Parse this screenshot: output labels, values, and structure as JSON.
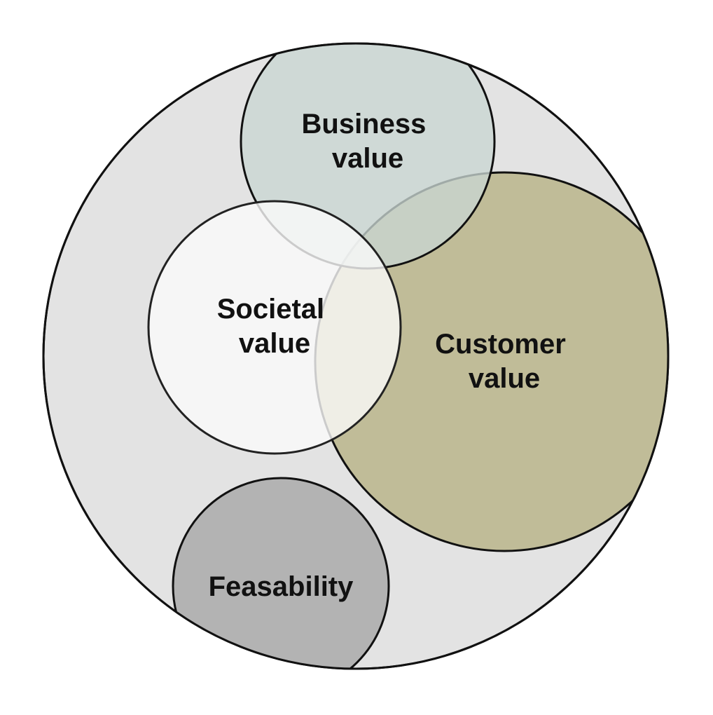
{
  "diagram": {
    "circles": [
      {
        "id": "outer",
        "lines": [],
        "fill": "#e3e3e3"
      },
      {
        "id": "business",
        "lines": [
          "Business",
          "value"
        ],
        "fill": "#c9d6d2"
      },
      {
        "id": "customer",
        "lines": [
          "Customer",
          "value"
        ],
        "fill": "#c0bc98"
      },
      {
        "id": "societal",
        "lines": [
          "Societal",
          "value"
        ],
        "fill": "#fafafa"
      },
      {
        "id": "feasability",
        "lines": [
          "Feasability"
        ],
        "fill": "#b3b3b3"
      }
    ],
    "stroke_color": "#111111"
  }
}
